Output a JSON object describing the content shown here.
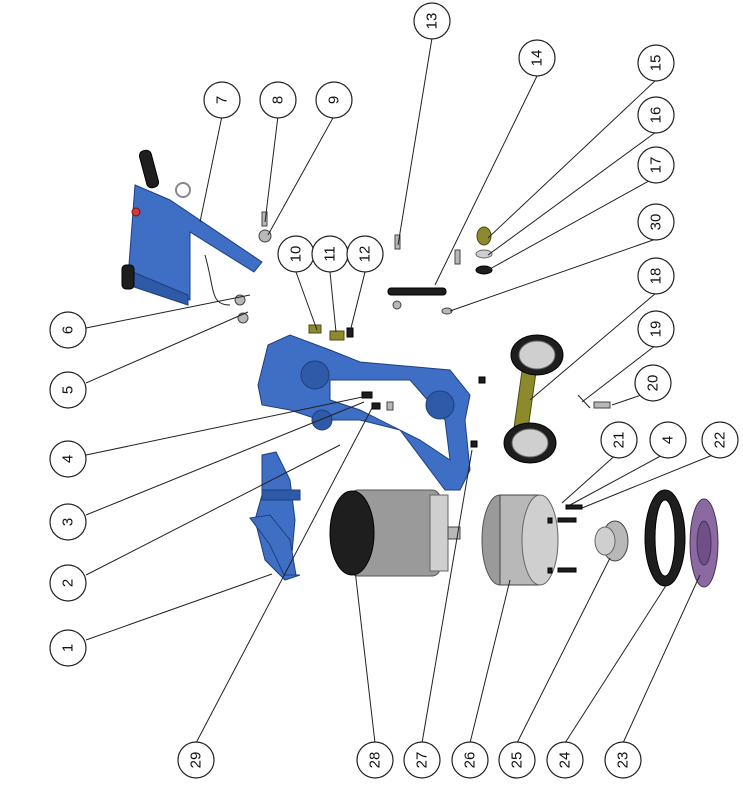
{
  "diagram": {
    "callouts": [
      "1",
      "2",
      "3",
      "4",
      "5",
      "6",
      "7",
      "8",
      "9",
      "10",
      "11",
      "12",
      "13",
      "14",
      "15",
      "16",
      "17",
      "30",
      "18",
      "19",
      "20",
      "21",
      "4",
      "22",
      "23",
      "24",
      "25",
      "26",
      "27",
      "28",
      "29"
    ]
  }
}
